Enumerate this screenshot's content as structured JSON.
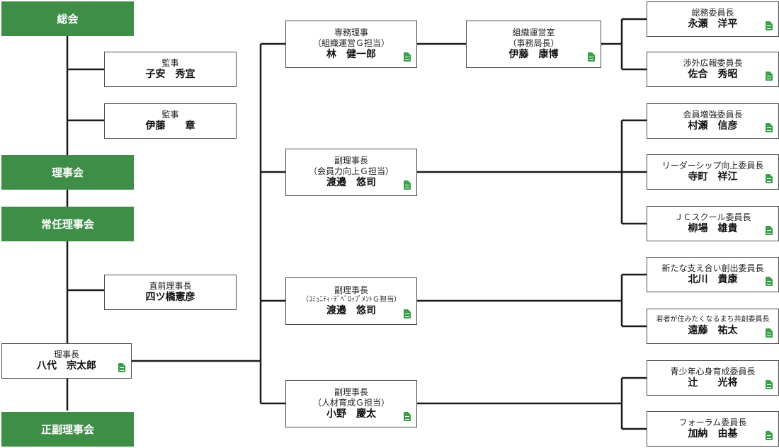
{
  "bodies": {
    "sokai": "総会",
    "rijikai": "理事会",
    "joninrijikai": "常任理事会",
    "seifukurijikai": "正副理事会"
  },
  "auditors": [
    {
      "role": "監事",
      "name": "子安　秀宜"
    },
    {
      "role": "監事",
      "name": "伊藤　　章"
    }
  ],
  "former_president": {
    "role": "直前理事長",
    "name": "四ツ橋憲彦"
  },
  "president": {
    "role": "理事長",
    "name": "八代　宗太郎"
  },
  "executives": [
    {
      "role": "専務理事",
      "group": "（組織運営Ｇ担当）",
      "name": "林　健一郎"
    },
    {
      "role": "副理事長",
      "group": "（会員力向上Ｇ担当）",
      "name": "渡邉　悠司"
    },
    {
      "role": "副理事長",
      "group": "（ｺﾐｭﾆﾃｨ･ﾃﾞﾍﾞﾛｯﾌﾟﾒﾝﾄＧ担当）",
      "name": "渡邉　悠司"
    },
    {
      "role": "副理事長",
      "group": "（人材育成Ｇ担当）",
      "name": "小野　慶太"
    }
  ],
  "secretariat": {
    "role": "組織運営室",
    "group": "（事務局長）",
    "name": "伊藤　康博"
  },
  "committees": [
    {
      "role": "総務委員長",
      "name": "永瀬　洋平"
    },
    {
      "role": "渉外広報委員長",
      "name": "佐合　秀昭"
    },
    {
      "role": "会員増強委員長",
      "name": "村瀬　信彦"
    },
    {
      "role": "リーダーシップ向上委員長",
      "name": "寺町　祥江"
    },
    {
      "role": "ＪＣスクール委員長",
      "name": "柳場　雄貴"
    },
    {
      "role": "新たな支え合い創出委員長",
      "name": "北川　貴康"
    },
    {
      "role": "若者が住みたくなるまち共創委員長",
      "name": "遠藤　祐太"
    },
    {
      "role": "青少年心身育成委員長",
      "name": "辻　　光将"
    },
    {
      "role": "フォーラム委員長",
      "name": "加納　由基"
    }
  ],
  "colors": {
    "green": "#3e8e48",
    "line": "#1a1a1a",
    "doc_icon": "#3aa14a"
  }
}
